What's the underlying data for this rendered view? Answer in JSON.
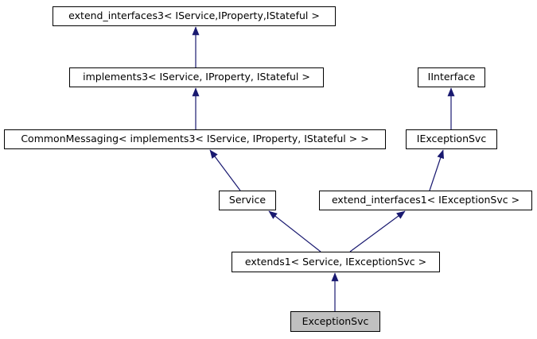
{
  "colors": {
    "edge_arrow": "#191970",
    "node_border": "#000000",
    "node_background": "#ffffff",
    "highlighted_node_background": "#c0c0c0",
    "node_text": "#000000",
    "page_background": "#ffffff"
  },
  "diagram": {
    "type": "class-inheritance-graph",
    "nodes": [
      {
        "id": "extend_interfaces3",
        "label": "extend_interfaces3< IService,IProperty,IStateful >",
        "highlighted": false
      },
      {
        "id": "implements3",
        "label": "implements3< IService, IProperty, IStateful >",
        "highlighted": false
      },
      {
        "id": "IInterface",
        "label": "IInterface",
        "highlighted": false
      },
      {
        "id": "CommonMessaging",
        "label": "CommonMessaging< implements3< IService, IProperty, IStateful > >",
        "highlighted": false
      },
      {
        "id": "IExceptionSvc",
        "label": "IExceptionSvc",
        "highlighted": false
      },
      {
        "id": "Service",
        "label": "Service",
        "highlighted": false
      },
      {
        "id": "extend_interfaces1",
        "label": "extend_interfaces1< IExceptionSvc >",
        "highlighted": false
      },
      {
        "id": "extends1",
        "label": "extends1< Service, IExceptionSvc >",
        "highlighted": false
      },
      {
        "id": "ExceptionSvc",
        "label": "ExceptionSvc",
        "highlighted": true
      }
    ],
    "edges": [
      {
        "from": "implements3",
        "to": "extend_interfaces3",
        "relation": "inherits"
      },
      {
        "from": "CommonMessaging",
        "to": "implements3",
        "relation": "inherits"
      },
      {
        "from": "Service",
        "to": "CommonMessaging",
        "relation": "inherits"
      },
      {
        "from": "IExceptionSvc",
        "to": "IInterface",
        "relation": "inherits"
      },
      {
        "from": "extend_interfaces1",
        "to": "IExceptionSvc",
        "relation": "inherits"
      },
      {
        "from": "extends1",
        "to": "Service",
        "relation": "inherits"
      },
      {
        "from": "extends1",
        "to": "extend_interfaces1",
        "relation": "inherits"
      },
      {
        "from": "ExceptionSvc",
        "to": "extends1",
        "relation": "inherits"
      }
    ]
  }
}
